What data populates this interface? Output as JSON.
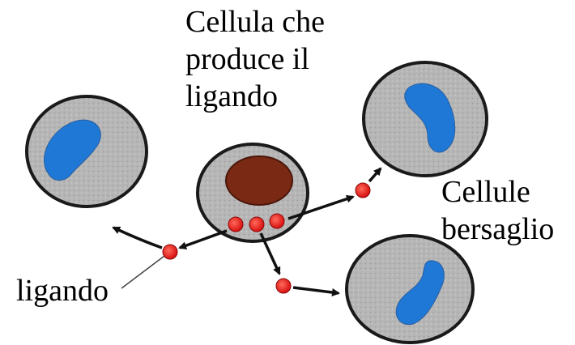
{
  "labels": {
    "producer_line1": "Cellula che",
    "producer_line2": "produce il",
    "producer_line3": "ligando",
    "targets_line1": "Cellule",
    "targets_line2": "bersaglio",
    "ligand": "ligando"
  },
  "colors": {
    "cell_body": "#b4b4b4",
    "cell_outline": "#1a1a1a",
    "target_nucleus": "#1f78d6",
    "producer_nucleus": "#7a2a14",
    "ligand": "#e01818",
    "arrow": "#111111"
  }
}
